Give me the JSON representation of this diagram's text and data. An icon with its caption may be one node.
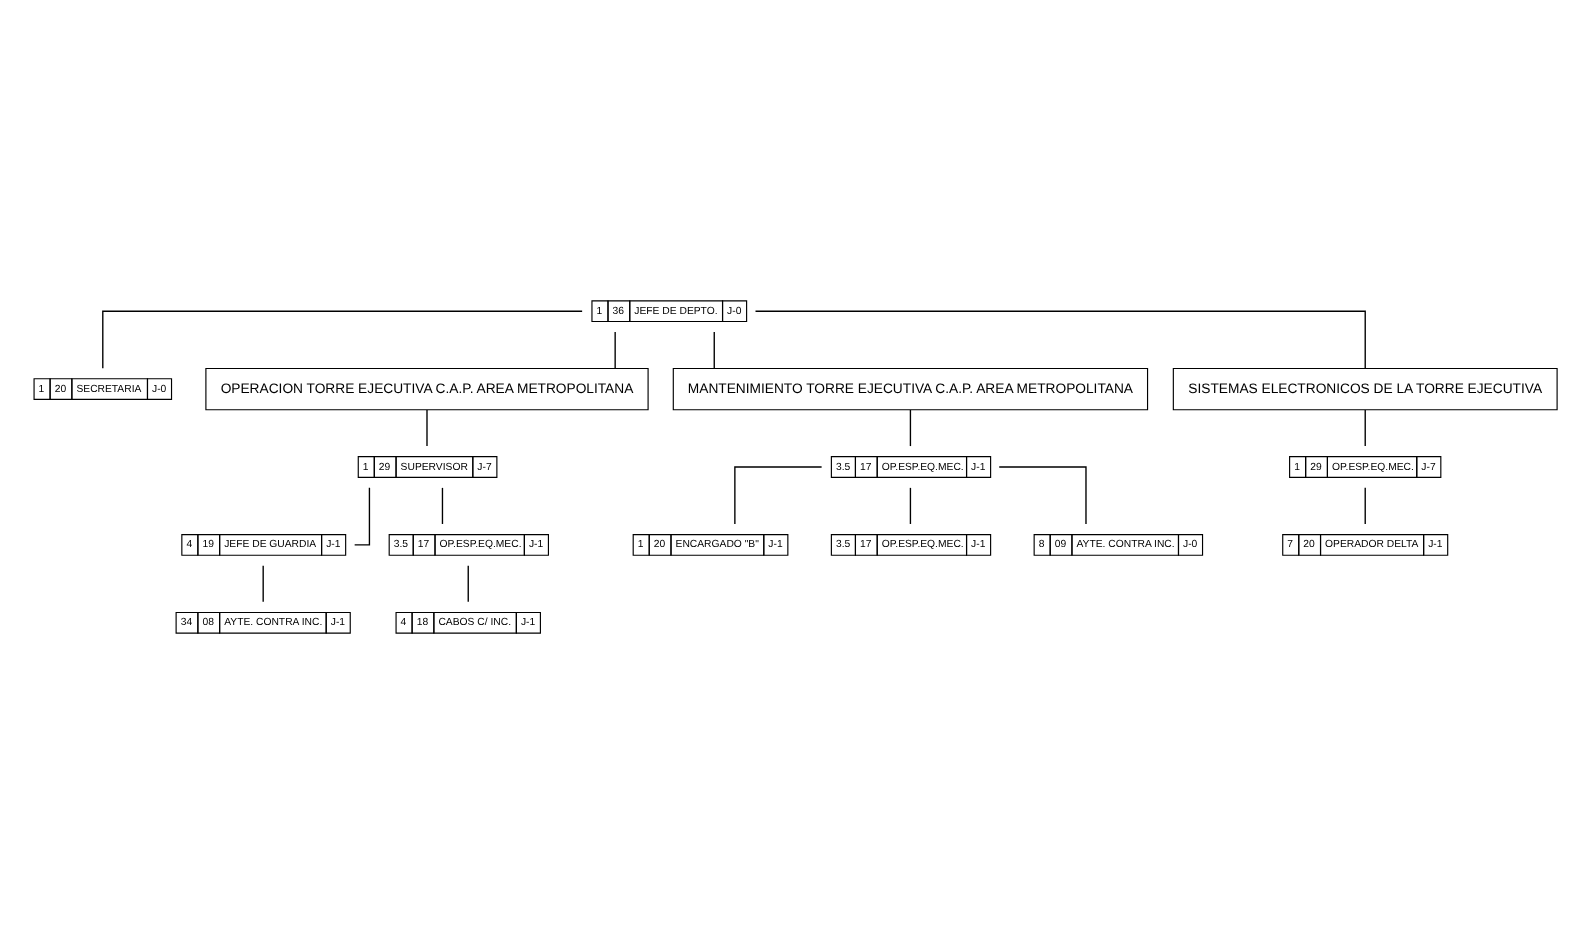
{
  "diagram": {
    "nodes": [
      {
        "text": [
          "1",
          "36",
          "JEFE DE DEPTO.",
          "J-0"
        ]
      },
      {
        "text": [
          "1",
          "20",
          "SECRETARIA",
          "J-0"
        ]
      },
      {
        "text": [
          "OPERACION TORRE EJECUTIVA C.A.P. AREA METROPOLITANA"
        ]
      },
      {
        "text": [
          "MANTENIMIENTO TORRE EJECUTIVA C.A.P. AREA METROPOLITANA"
        ]
      },
      {
        "text": [
          "SISTEMAS ELECTRONICOS DE LA TORRE EJECUTIVA"
        ]
      },
      {
        "text": [
          "1",
          "29",
          "SUPERVISOR",
          "J-7"
        ]
      },
      {
        "text": [
          "4",
          "19",
          "JEFE DE GUARDIA",
          "J-1"
        ]
      },
      {
        "text": [
          "3.5",
          "17",
          "OP.ESP.EQ.MEC.",
          "J-1"
        ]
      },
      {
        "text": [
          "34",
          "08",
          "AYTE. CONTRA INC.",
          "J-1"
        ]
      },
      {
        "text": [
          "4",
          "18",
          "CABOS C/ INC.",
          "J-1"
        ]
      },
      {
        "text": [
          "3.5",
          "17",
          "OP.ESP.EQ.MEC.",
          "J-1"
        ]
      },
      {
        "text": [
          "1",
          "29",
          "OP.ESP.EQ.MEC.",
          "J-7"
        ]
      },
      {
        "text": [
          "7",
          "20",
          "OPERADOR DELTA",
          "J-1"
        ]
      },
      {
        "text": [
          "1",
          "20",
          "ENCARGADO \"B\"",
          "J-1"
        ]
      },
      {
        "text": [
          "3.5",
          "17",
          "OP.ESP.EQ.MEC.",
          "J-1"
        ]
      },
      {
        "text": [
          "8",
          "09",
          "AYTE. CONTRA INC.",
          "J-0"
        ]
      }
    ],
    "edges": [
      {
        "from": 0,
        "to": 1,
        "arrow": "none"
      },
      {
        "from": 0,
        "to": 2,
        "arrow": "none"
      },
      {
        "from": 0,
        "to": 3,
        "arrow": "none"
      },
      {
        "from": 0,
        "to": 4,
        "arrow": "none"
      },
      {
        "from": 2,
        "to": 5,
        "arrow": "none"
      },
      {
        "from": 5,
        "to": 6,
        "arrow": "none"
      },
      {
        "from": 5,
        "to": 7,
        "arrow": "none"
      },
      {
        "from": 6,
        "to": 8,
        "arrow": "none"
      },
      {
        "from": 7,
        "to": 9,
        "arrow": "none"
      },
      {
        "from": 3,
        "to": 10,
        "arrow": "none"
      },
      {
        "from": 10,
        "to": 13,
        "arrow": "none"
      },
      {
        "from": 10,
        "to": 14,
        "arrow": "none"
      },
      {
        "from": 10,
        "to": 15,
        "arrow": "none"
      },
      {
        "from": 4,
        "to": 11,
        "arrow": "none"
      },
      {
        "from": 11,
        "to": 12,
        "arrow": "none"
      }
    ]
  }
}
